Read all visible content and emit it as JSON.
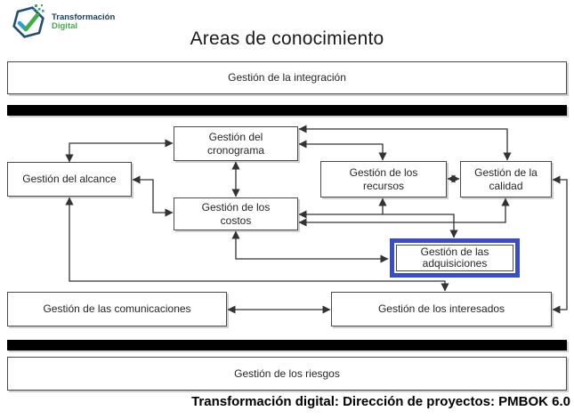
{
  "title": "Areas de conocimiento",
  "caption": "Transformación digital: Dirección de proyectos: PMBOK 6.0",
  "logo": {
    "name_line1": "Transformación",
    "name_line2": "Digital"
  },
  "colors": {
    "highlight_border": "#3a4ec4",
    "box_border": "#4a4a4a",
    "connector": "#333333",
    "bar": "#000000",
    "logo_navy": "#1a3f66",
    "logo_green": "#3fae49",
    "logo_blue": "#2e9fd0"
  },
  "boxes": {
    "integracion": {
      "lines": [
        "Gestión de la integración"
      ]
    },
    "cronograma": {
      "lines": [
        "Gestión del",
        "cronograma"
      ]
    },
    "alcance": {
      "lines": [
        "Gestión del alcance"
      ]
    },
    "recursos": {
      "lines": [
        "Gestión de los",
        "recursos"
      ]
    },
    "calidad": {
      "lines": [
        "Gestión de la",
        "calidad"
      ]
    },
    "costos": {
      "lines": [
        "Gestión de los",
        "costos"
      ]
    },
    "adquisiciones": {
      "lines": [
        "Gestión de las",
        "adquisiciones"
      ],
      "highlighted": true
    },
    "comunicaciones": {
      "lines": [
        "Gestión de las comunicaciones"
      ]
    },
    "interesados": {
      "lines": [
        "Gestión de los interesados"
      ]
    },
    "riesgos": {
      "lines": [
        "Gestión de los riesgos"
      ]
    }
  }
}
